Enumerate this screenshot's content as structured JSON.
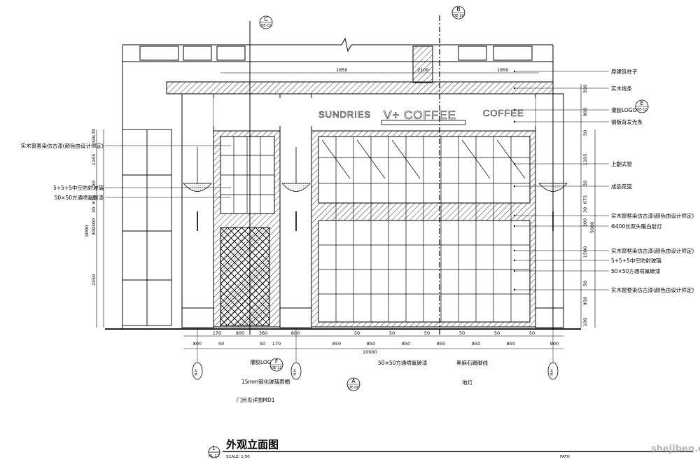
{
  "drawing": {
    "title": "外观立面图",
    "scale": "SCALE: 1:50",
    "path_label": "PATH",
    "title_number": "1",
    "title_sheet": "PL-12"
  },
  "signage": {
    "left": "SUNDRIES",
    "center": "V+ COFFEE",
    "right": "COFFEE"
  },
  "section_bubbles": [
    {
      "letter": "C",
      "sheet": "DE-10"
    },
    {
      "letter": "B",
      "sheet": "DE-10"
    },
    {
      "letter": "E",
      "sheet": "DE-11"
    },
    {
      "letter": "F",
      "sheet": "DE-11"
    },
    {
      "letter": "A",
      "sheet": "DE-06"
    }
  ],
  "grid_bubbles": [
    "H-H",
    "H-H",
    "H-H"
  ],
  "annotations_right": [
    "原建筑柱子",
    "实木线条",
    "灌胶LOGO",
    "钢板背发光条",
    "上翻式窗",
    "成品花篮",
    "实木窗框染仿古漆(颜色由设计师定)",
    "Φ400长双头暖白射灯",
    "实木窗框染仿古漆(颜色由设计师定)",
    "5+5+5中空防射玻璃",
    "50×50方通喷氟碳漆",
    "实木窗套染仿古漆(颜色由设计师定)"
  ],
  "annotations_left": [
    "实木窗套染仿古漆(颜色由设计师定)",
    "5+5+5中空防射玻璃",
    "50×50方通喷氟碳漆"
  ],
  "annotations_bottom": [
    "灌胶LOGO",
    "15mm钢化玻璃雨棚",
    "门另见详图MD1",
    "50×50方通喷氟碳漆",
    "黑麻石踢脚线",
    "地灯"
  ],
  "dims_top": [
    "1850",
    "2100",
    "1850"
  ],
  "dims_bottom": [
    "800",
    "170",
    "50",
    "900",
    "50",
    "360",
    "170",
    "800",
    "850",
    "50",
    "850",
    "50",
    "850",
    "50",
    "850",
    "50",
    "850",
    "50",
    "850",
    "50",
    "900"
  ],
  "dim_total": "10000",
  "dims_left": [
    "170",
    "50",
    "1105",
    "50",
    "675",
    "30",
    "300",
    "300",
    "2350",
    "5000"
  ],
  "dims_right_a": [
    "300",
    "900",
    "50",
    "1105",
    "50",
    "675",
    "30",
    "300"
  ],
  "dims_right_b": [
    "1500",
    "50",
    "950",
    "100",
    "5000"
  ],
  "watermark": "shejiben.com"
}
